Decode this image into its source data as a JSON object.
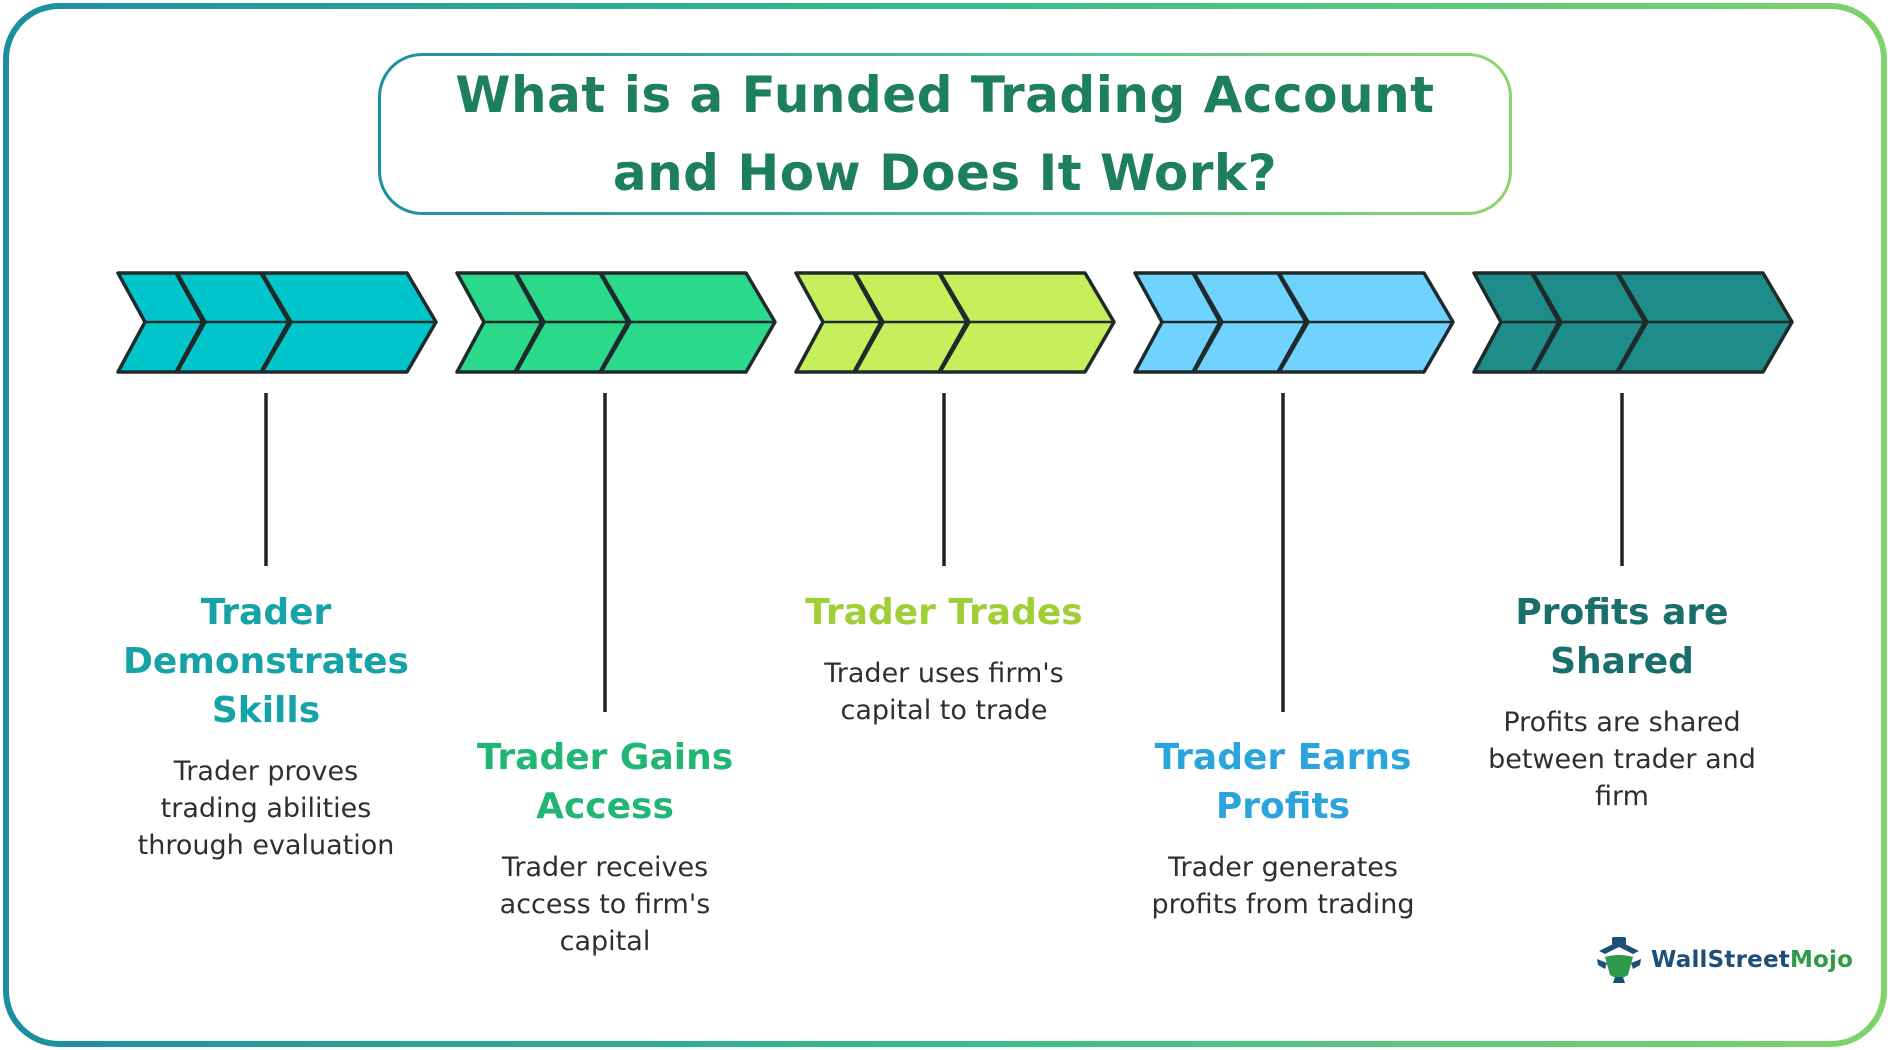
{
  "title": "What is a Funded Trading Account\nand How Does It Work?",
  "steps": [
    {
      "title": "Trader Demonstrates Skills",
      "desc": "Trader proves trading abilities through evaluation",
      "color": "#00C6CC",
      "title_color": "#16A3A8",
      "position": "top"
    },
    {
      "title": "Trader Gains Access",
      "desc": "Trader receives access to firm's capital",
      "color": "#2AD98A",
      "title_color": "#22B674",
      "position": "bottom"
    },
    {
      "title": "Trader Trades",
      "desc": "Trader uses firm's capital to trade",
      "color": "#C6F05B",
      "title_color": "#9FCF34",
      "position": "top"
    },
    {
      "title": "Trader Earns Profits",
      "desc": "Trader generates profits from trading",
      "color": "#6FD2FF",
      "title_color": "#2BA4DC",
      "position": "bottom"
    },
    {
      "title": "Profits are Shared",
      "desc": "Profits are shared between trader and firm",
      "color": "#1E8D8A",
      "title_color": "#1A6E6B",
      "position": "top"
    }
  ],
  "logo": {
    "part1": "WallStreet",
    "part2": "Mojo",
    "icon": "wallstreetmojo-logo-icon"
  },
  "colors": {
    "title_text": "#1E7F5E",
    "frame_start": "#1B8FA0",
    "frame_end": "#7ED36A"
  }
}
